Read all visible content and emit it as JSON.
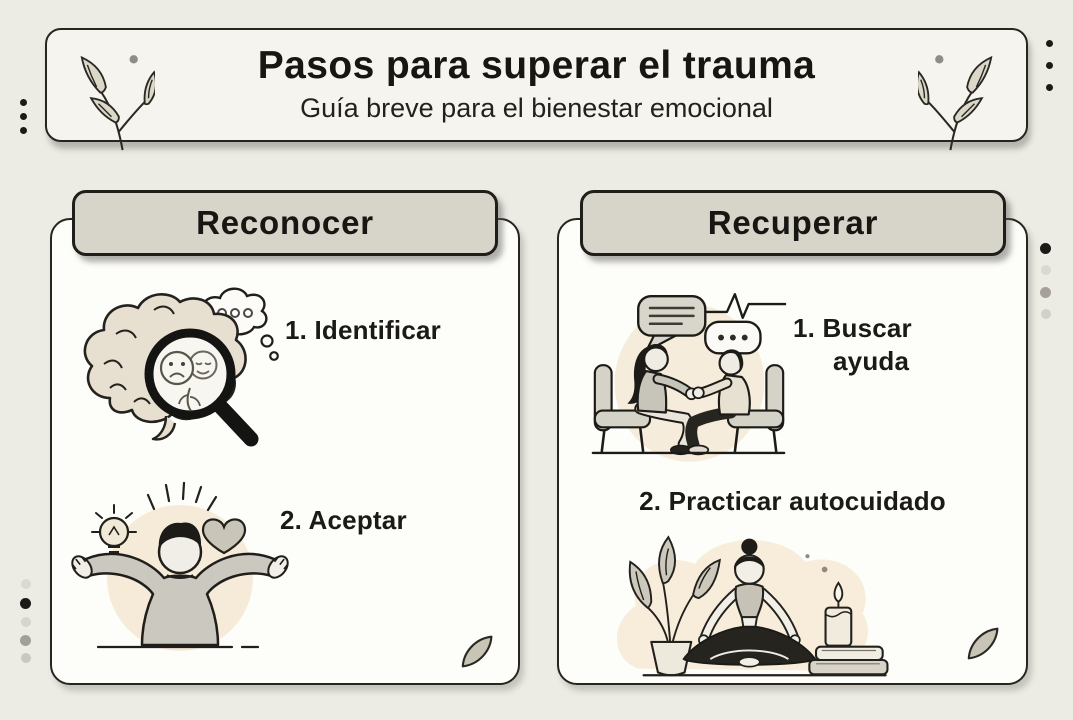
{
  "header": {
    "title": "Pasos para superar el trauma",
    "subtitle": "Guía breve para el bienestar emocional"
  },
  "columns": [
    {
      "title": "Reconocer",
      "items": [
        {
          "label": "1. Identificar",
          "icon": "brain-magnifier-icon"
        },
        {
          "label": "2. Aceptar",
          "icon": "open-arms-person-icon"
        }
      ]
    },
    {
      "title": "Recuperar",
      "items": [
        {
          "label": "1. Buscar ayuda",
          "icon": "therapy-conversation-icon"
        },
        {
          "label": "2. Practicar autocuidado",
          "icon": "meditation-yoga-icon"
        }
      ]
    }
  ],
  "decorations": {
    "header_left_icon": "branch-leaves-icon",
    "header_right_icon": "branch-leaves-icon",
    "card_corner_icon": "leaf-icon",
    "edge_decoration": "dot-cluster"
  },
  "colors": {
    "background": "#ecebe4",
    "panel": "#f5f4ee",
    "card": "#fdfdfa",
    "pill": "#d7d4ca",
    "ink": "#1e1d1a",
    "illustration_beige": "#f6ebd9"
  }
}
